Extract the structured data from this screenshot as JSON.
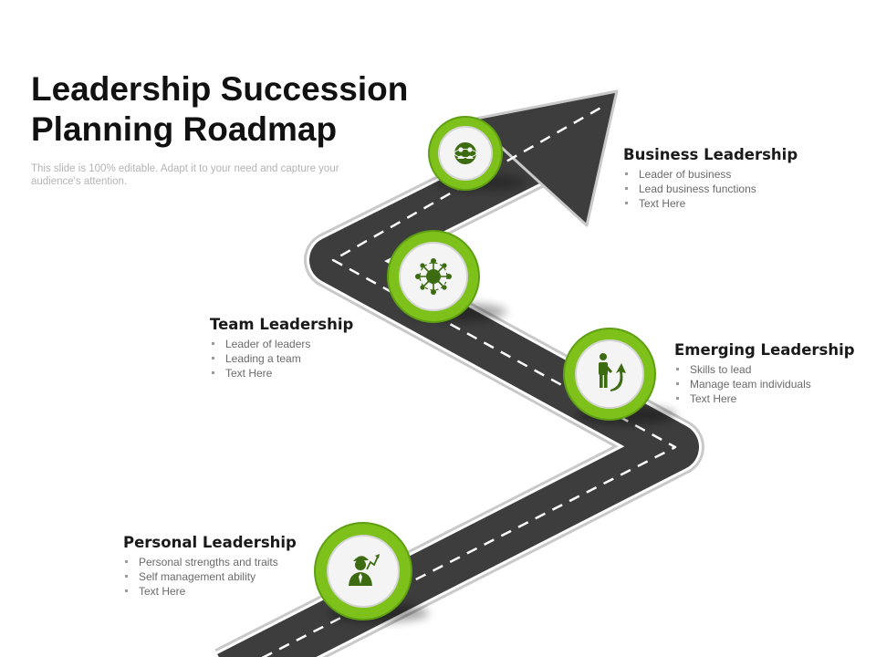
{
  "title": "Leadership Succession Planning Roadmap",
  "subtitle": "This slide is 100% editable. Adapt it to your need and capture your audience's attention.",
  "colors": {
    "accent_green": "#7dc11a",
    "accent_green_dark": "#4f8f0a",
    "road": "#3d3d3d",
    "icon": "#3d6b12"
  },
  "stages": [
    {
      "title": "Business Leadership",
      "icon": "globe-people-icon",
      "bullets": [
        "Leader of business",
        "Lead business functions",
        "Text Here"
      ]
    },
    {
      "title": "Team Leadership",
      "icon": "network-hub-icon",
      "bullets": [
        "Leader of leaders",
        "Leading a team",
        "Text Here"
      ]
    },
    {
      "title": "Emerging Leadership",
      "icon": "person-growth-arrow-icon",
      "bullets": [
        "Skills to lead",
        "Manage team individuals",
        "Text Here"
      ]
    },
    {
      "title": "Personal Leadership",
      "icon": "businessman-chart-icon",
      "bullets": [
        "Personal strengths and traits",
        "Self management ability",
        "Text Here"
      ]
    }
  ]
}
